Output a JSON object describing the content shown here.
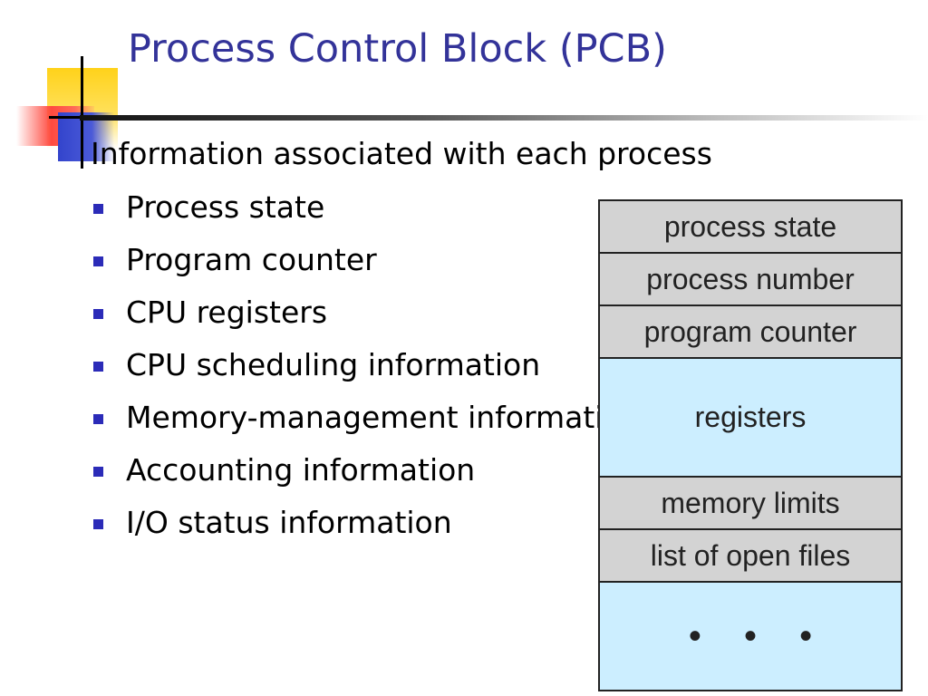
{
  "slide": {
    "title": "Process Control Block (PCB)",
    "intro": "Information associated with each process",
    "bullets": [
      "Process state",
      "Program counter",
      "CPU registers",
      "CPU scheduling information",
      "Memory-management information",
      "Accounting information",
      "I/O status information"
    ]
  },
  "pcb": {
    "fields": [
      "process state",
      "process number",
      "program counter",
      "registers",
      "memory limits",
      "list of open files",
      "• • •"
    ]
  },
  "colors": {
    "title": "#333399",
    "bullet": "#2b2bb8",
    "pcb_gray": "#d3d3d3",
    "pcb_blue": "#cceeff"
  }
}
